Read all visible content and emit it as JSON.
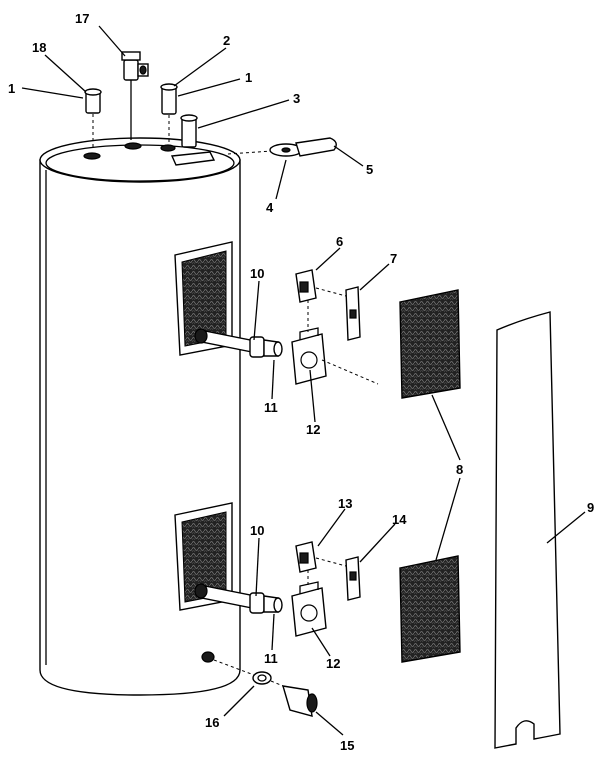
{
  "diagram": {
    "callouts": {
      "c1a": "1",
      "c18": "18",
      "c17": "17",
      "c2": "2",
      "c1b": "1",
      "c3": "3",
      "c5": "5",
      "c4": "4",
      "c6": "6",
      "c7": "7",
      "c10a": "10",
      "c11a": "11",
      "c12a": "12",
      "c8": "8",
      "c9": "9",
      "c13": "13",
      "c14": "14",
      "c10b": "10",
      "c11b": "11",
      "c12b": "12",
      "c16": "16",
      "c15": "15"
    }
  }
}
